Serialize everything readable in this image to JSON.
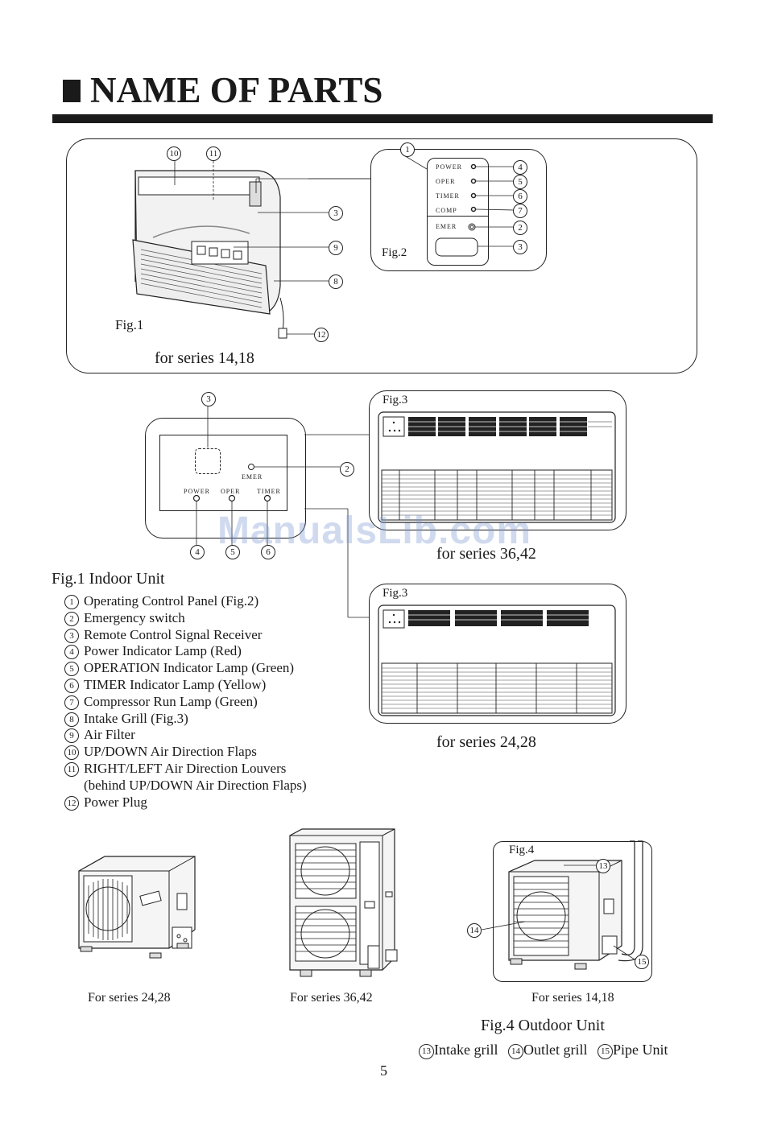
{
  "page": {
    "title": "NAME OF PARTS",
    "page_number": "5",
    "watermark": "ManualsLib.com"
  },
  "fig1_box": {
    "fig1_label": "Fig.1",
    "fig2_label": "Fig.2",
    "series_caption": "for series 14,18",
    "panel_labels": [
      "POWER",
      "OPER",
      "TIMER",
      "COMP",
      "EMER"
    ],
    "callouts": [
      "10",
      "11",
      "3",
      "9",
      "8",
      "12",
      "1",
      "4",
      "5",
      "6",
      "7",
      "2",
      "3"
    ]
  },
  "fig_mid": {
    "panel_labels": {
      "emer": "EMER",
      "power": "POWER",
      "oper": "OPER",
      "timer": "TIMER"
    },
    "callouts": {
      "top": "3",
      "emer": "2",
      "power": "4",
      "oper": "5",
      "timer": "6"
    },
    "fig3_label_a": "Fig.3",
    "caption_a": "for series 36,42",
    "fig3_label_b": "Fig.3",
    "caption_b": "for series 24,28"
  },
  "indoor_unit": {
    "heading": "Fig.1 Indoor Unit",
    "items": [
      {
        "num": "1",
        "text": "Operating Control Panel (Fig.2)"
      },
      {
        "num": "2",
        "text": "Emergency switch"
      },
      {
        "num": "3",
        "text": "Remote Control Signal Receiver"
      },
      {
        "num": "4",
        "text": "Power Indicator Lamp (Red)"
      },
      {
        "num": "5",
        "text": "OPERATION Indicator Lamp (Green)"
      },
      {
        "num": "6",
        "text": "TIMER Indicator Lamp (Yellow)"
      },
      {
        "num": "7",
        "text": "Compressor Run Lamp (Green)"
      },
      {
        "num": "8",
        "text": "Intake Grill (Fig.3)"
      },
      {
        "num": "9",
        "text": "Air Filter"
      },
      {
        "num": "10",
        "text": "UP/DOWN Air Direction Flaps"
      },
      {
        "num": "11",
        "text": "RIGHT/LEFT Air Direction Louvers"
      },
      {
        "num": "",
        "text": "(behind UP/DOWN Air Direction Flaps)"
      },
      {
        "num": "12",
        "text": "Power Plug"
      }
    ]
  },
  "outdoor": {
    "caption_left": "For series 24,28",
    "caption_mid": "For series 36,42",
    "caption_right": "For series 14,18",
    "fig4_label": "Fig.4",
    "callouts": [
      "13",
      "14",
      "15"
    ],
    "heading": "Fig.4 Outdoor Unit",
    "legend": [
      {
        "num": "13",
        "text": "Intake grill"
      },
      {
        "num": "14",
        "text": "Outlet grill"
      },
      {
        "num": "15",
        "text": "Pipe Unit"
      }
    ]
  }
}
